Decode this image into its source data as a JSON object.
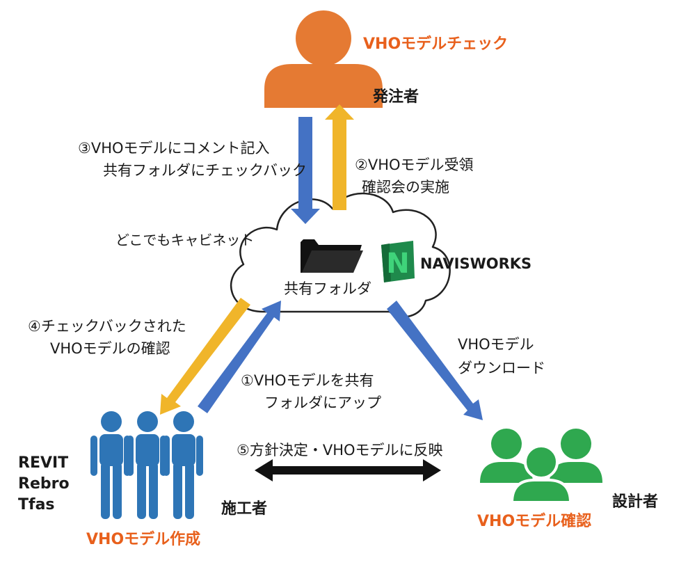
{
  "colors": {
    "orange_person": "#e57a33",
    "orange_label": "#e8601c",
    "blue_arrow": "#4472c4",
    "yellow_arrow": "#f0b52a",
    "blue_people": "#2e75b6",
    "green_people": "#2fa84f",
    "navisworks_green": "#1f8a4c",
    "black": "#111111"
  },
  "owner": {
    "role_label": "VHOモデルチェック",
    "name": "発注者",
    "icon": "person-icon"
  },
  "cloud": {
    "name": "どこでもキャビネット",
    "folder_label": "共有フォルダ",
    "software": "NAVISWORKS",
    "software_logo_letter": "N",
    "folder_icon": "folder-icon"
  },
  "contractor": {
    "name": "施工者",
    "role_label": "VHOモデル作成",
    "tools": [
      "REVIT",
      "Rebro",
      "Tfas"
    ],
    "icon": "people-group-icon"
  },
  "designer": {
    "name": "設計者",
    "role_label": "VHOモデル確認",
    "icon": "people-group-icon"
  },
  "steps": {
    "step1": [
      "①VHOモデルを共有",
      "フォルダにアップ"
    ],
    "step2": [
      "②VHOモデル受領",
      "確認会の実施"
    ],
    "step3": [
      "③VHOモデルにコメント記入",
      "共有フォルダにチェックバック"
    ],
    "step4": [
      "④チェックバックされた",
      "VHOモデルの確認"
    ],
    "step5": "⑤方針決定・VHOモデルに反映",
    "download": [
      "VHOモデル",
      "ダウンロード"
    ]
  }
}
